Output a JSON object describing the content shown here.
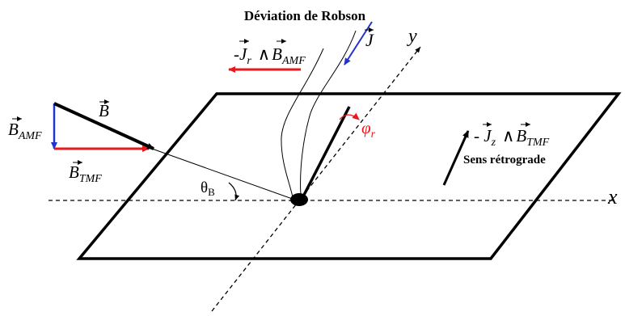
{
  "title": "Déviation de Robson",
  "labels": {
    "axis_y": "y",
    "axis_x": "x",
    "theta_b": "θ",
    "theta_b_sub": "B",
    "phi_r": "φ",
    "phi_r_sub": "r",
    "sens": "Sens rétrograde",
    "vec_b": "B",
    "vec_b_amf": "B",
    "vec_b_amf_sub": "AMF",
    "vec_b_tmf": "B",
    "vec_b_tmf_sub": "TMF",
    "vec_j": "J",
    "force_left_prefix": "-",
    "force_left_j": "J",
    "force_left_j_sub": "r",
    "force_left_op": "∧",
    "force_left_b": "B",
    "force_left_b_sub": "AMF",
    "force_right_prefix": "- ",
    "force_right_j": "J",
    "force_right_j_sub": "z",
    "force_right_op": "∧",
    "force_right_b": "B",
    "force_right_b_sub": "TMF"
  },
  "colors": {
    "red": "#e8191c",
    "blue": "#2233cc",
    "black": "#000000"
  }
}
